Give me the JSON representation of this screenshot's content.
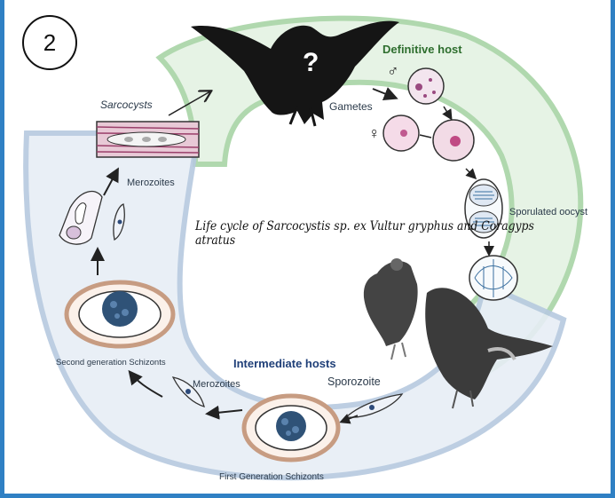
{
  "badge": "2",
  "title": "Life cycle of Sarcocystis sp. ex Vultur gryphus and Coragyps atratus",
  "labels": {
    "definitive_host": "Definitive host",
    "male_symbol": "♂",
    "female_symbol": "♀",
    "gametes": "Gametes",
    "sporulated_oocyst": "Sporulated oocyst",
    "sarcocysts": "Sarcocysts",
    "merozoites_top": "Merozoites",
    "second_generation": "Second generation Schizonts",
    "intermediate_hosts": "Intermediate hosts",
    "merozoites_bottom": "Merozoites",
    "sporozoite": "Sporozoite",
    "first_generation": "First Generation Schizonts",
    "unknown_mark": "?"
  },
  "colors": {
    "green_band": "#bfe0c0",
    "blue_band": "#c9d8ea",
    "definitive_host_text": "#2e6e2e",
    "intermediate_hosts_text": "#1f3f78",
    "frame_border": "#2f80c4"
  }
}
